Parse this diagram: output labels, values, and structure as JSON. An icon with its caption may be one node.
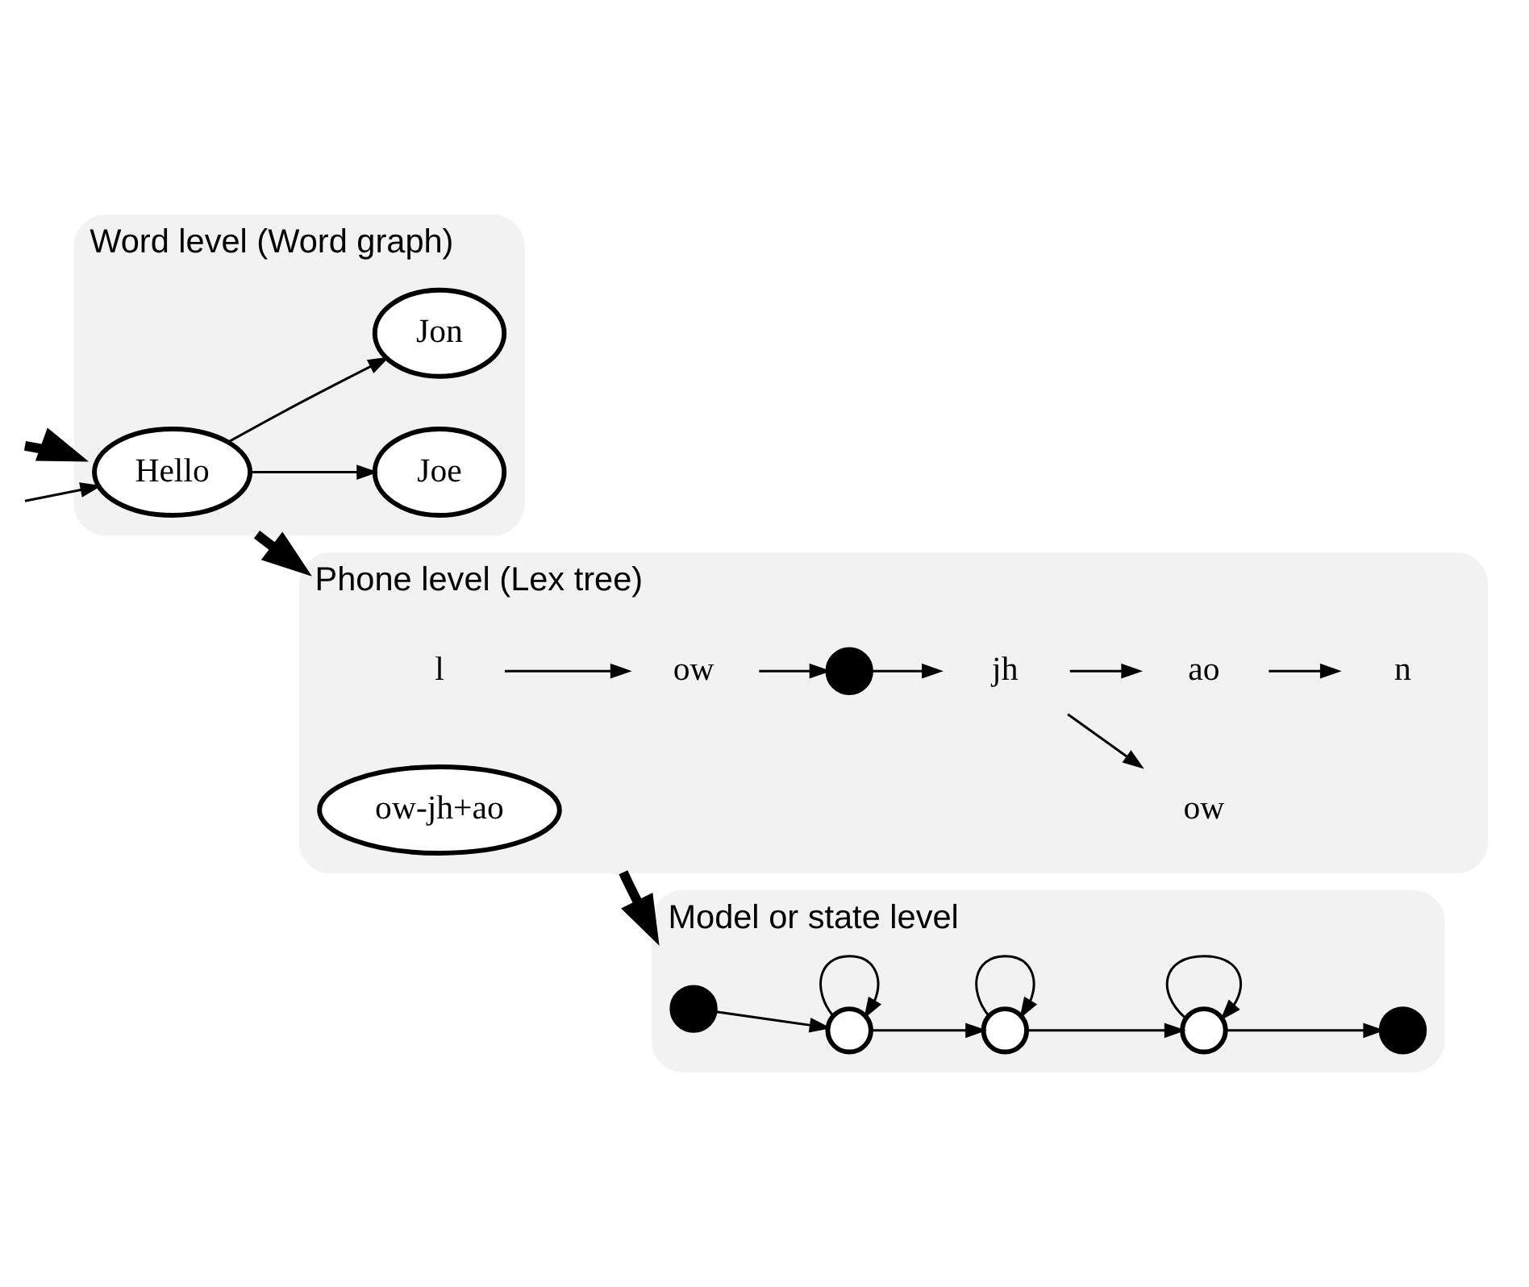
{
  "diagram": {
    "nodes": [
      {
        "text": [
          "Word level (Word graph)"
        ]
      },
      {
        "text": [
          "Hello"
        ],
        "in": 0
      },
      {
        "text": [
          "Joe"
        ],
        "in": 0
      },
      {
        "text": [
          "Jon"
        ],
        "in": 0
      },
      {
        "text": [
          "Phone level (Lex tree)"
        ]
      },
      {
        "text": [
          "l"
        ],
        "in": 4
      },
      {
        "text": [
          "ow"
        ],
        "in": 4
      },
      {
        "text": [],
        "shape": "circle",
        "in": 4
      },
      {
        "text": [
          "jh"
        ],
        "in": 4
      },
      {
        "text": [
          "ow"
        ],
        "in": 4
      },
      {
        "text": [
          "ao"
        ],
        "in": 4
      },
      {
        "text": [
          "n"
        ],
        "in": 4
      },
      {
        "text": [
          "ow-jh+ao"
        ],
        "in": 4
      },
      {
        "text": [
          "Model or state level"
        ]
      },
      {
        "text": [],
        "shape": "circle",
        "in": 13
      },
      {
        "text": [],
        "shape": "circle",
        "in": 13
      },
      {
        "text": [],
        "shape": "circle",
        "in": 13
      },
      {
        "text": [],
        "shape": "circle",
        "in": 13
      },
      {
        "text": [],
        "shape": "circle",
        "in": 13
      }
    ],
    "edges": [
      {
        "from": null,
        "to": 0,
        "arrow": "to",
        "style": "thick"
      },
      {
        "from": null,
        "to": 1,
        "arrow": "to"
      },
      {
        "from": 1,
        "to": 2,
        "arrow": "to"
      },
      {
        "from": 1,
        "to": 3,
        "arrow": "to"
      },
      {
        "from": 0,
        "to": 4,
        "arrow": "to",
        "style": "thick"
      },
      {
        "from": 5,
        "to": 6,
        "arrow": "to"
      },
      {
        "from": 6,
        "to": 7,
        "arrow": "to"
      },
      {
        "from": 7,
        "to": 8,
        "arrow": "to"
      },
      {
        "from": 8,
        "to": 9,
        "arrow": "to"
      },
      {
        "from": 8,
        "to": 10,
        "arrow": "to"
      },
      {
        "from": 10,
        "to": 11,
        "arrow": "to"
      },
      {
        "from": 4,
        "to": 13,
        "arrow": "to",
        "style": "thick"
      },
      {
        "from": 14,
        "to": 15,
        "arrow": "to"
      },
      {
        "from": 15,
        "to": 15,
        "arrow": "to"
      },
      {
        "from": 15,
        "to": 16,
        "arrow": "to"
      },
      {
        "from": 16,
        "to": 16,
        "arrow": "to"
      },
      {
        "from": 16,
        "to": 17,
        "arrow": "to"
      },
      {
        "from": 17,
        "to": 17,
        "arrow": "to"
      },
      {
        "from": 17,
        "to": 18,
        "arrow": "to"
      }
    ]
  }
}
